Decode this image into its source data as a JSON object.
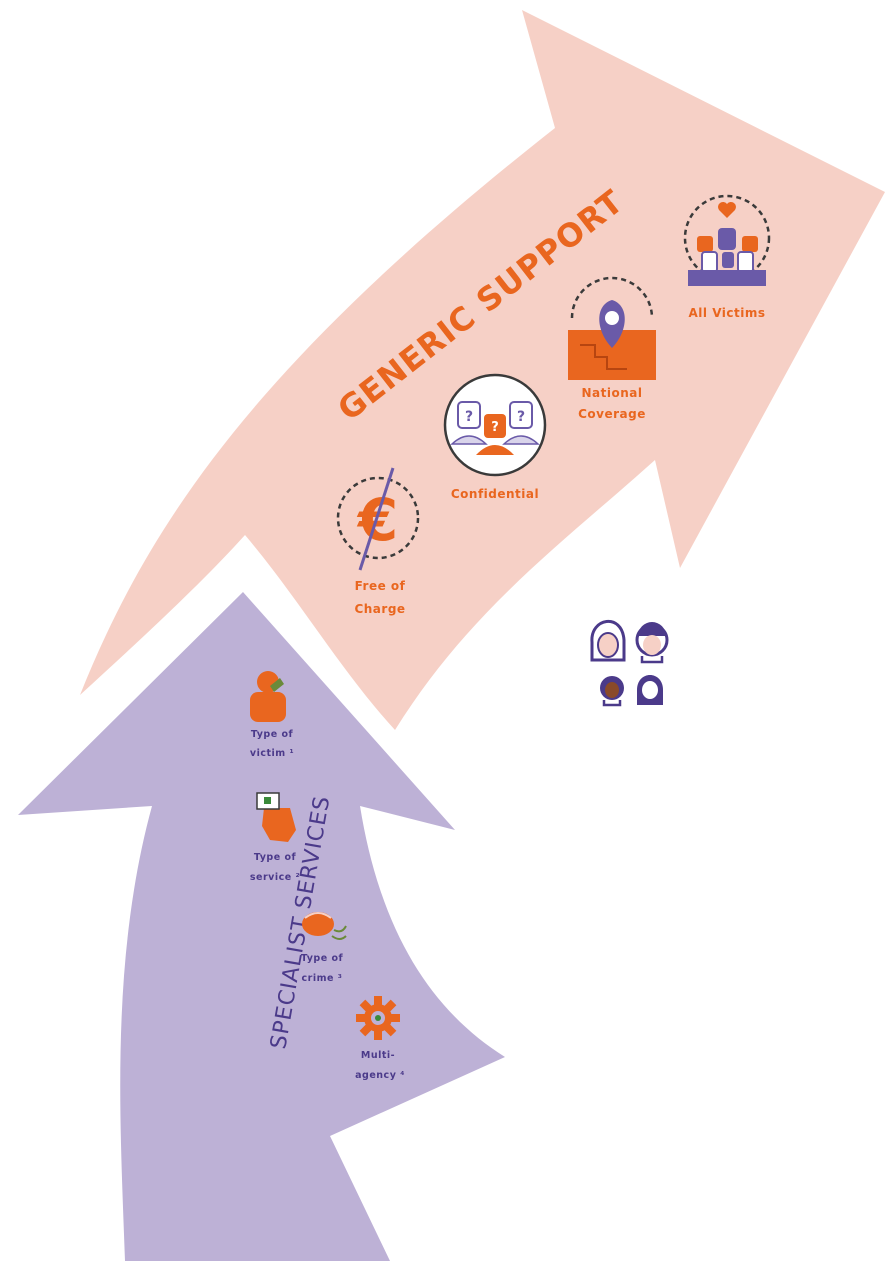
{
  "colors": {
    "generic_arrow": "#f6d0c6",
    "specialist_arrow": "#bdb1d6",
    "orange": "#e9661f",
    "purple": "#4b3a8a",
    "purple_light": "#7a6cb0",
    "grey_ring": "#3a3a3a"
  },
  "generic": {
    "title": "GENERIC SUPPORT",
    "items": [
      {
        "icon": "euro-crossed-icon",
        "line1": "Free of",
        "line2": "Charge"
      },
      {
        "icon": "confidential-people-icon",
        "line1": "Confidential",
        "line2": ""
      },
      {
        "icon": "map-pin-icon",
        "line1": "National",
        "line2": "Coverage"
      },
      {
        "icon": "all-victims-group-icon",
        "line1": "All Victims",
        "line2": ""
      }
    ]
  },
  "specialist": {
    "title": "SPECIALIST SERVICES",
    "items": [
      {
        "icon": "victim-person-icon",
        "line1": "Type of",
        "line2": "victim ¹"
      },
      {
        "icon": "service-map-icon",
        "line1": "Type of",
        "line2": "service ²"
      },
      {
        "icon": "crime-fist-icon",
        "line1": "Type of",
        "line2": "crime ³"
      },
      {
        "icon": "multi-agency-gear-icon",
        "line1": "Multi-",
        "line2": "agency ⁴"
      }
    ]
  },
  "faces_icon": "diverse-faces-icon"
}
